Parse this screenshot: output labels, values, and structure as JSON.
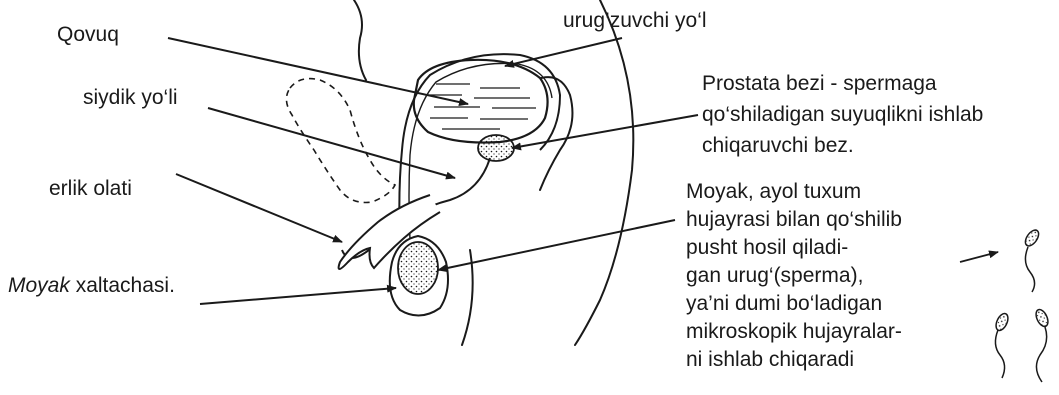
{
  "labels": {
    "bladder": "Qovuq",
    "vas_deferens": "urug’zuvchi yo‘l",
    "urethra": "siydik yo‘li",
    "penis": "erlik olati",
    "prostate": [
      "Prostata bezi - spermaga",
      "qo‘shiladigan suyuqlikni ishlab",
      "chiqaruvchi bez."
    ],
    "testis": [
      "Moyak, ayol tuxum",
      "hujayrasi bilan qo‘shilib",
      "pusht hosil qiladi-",
      "gan urug‘(sperma),",
      "ya’ni dumi bo‘ladigan",
      "mikroskopik hujayralar-",
      "ni ishlab chiqaradi"
    ],
    "scrotum_italic": "Moyak",
    "scrotum_rest": " xaltachasi."
  },
  "colors": {
    "ink": "#1a1a1a",
    "background": "#ffffff"
  }
}
